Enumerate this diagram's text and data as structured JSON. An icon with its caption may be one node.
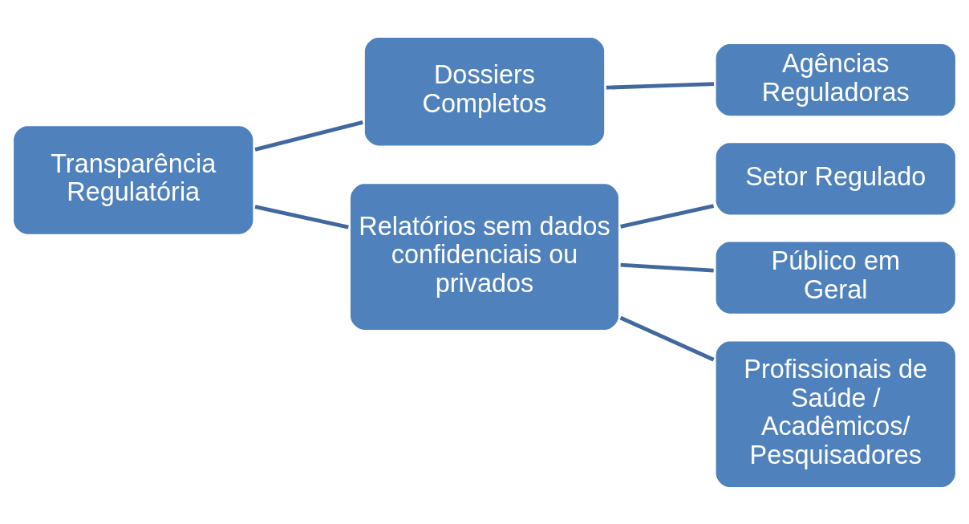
{
  "diagram": {
    "nodes": [
      {
        "text": [
          "Transparência Regulatória"
        ]
      },
      {
        "text": [
          "Dossiers Completos"
        ]
      },
      {
        "text": [
          "Relatórios sem dados confidenciais ou privados"
        ]
      },
      {
        "text": [
          "Agências Reguladoras"
        ]
      },
      {
        "text": [
          "Setor Regulado"
        ]
      },
      {
        "text": [
          "Público em Geral"
        ]
      },
      {
        "text": [
          "Profissionais de Saúde / Acadêmicos/ Pesquisadores"
        ]
      }
    ],
    "edges": [
      {
        "from": 0,
        "to": 1,
        "arrow": "none"
      },
      {
        "from": 0,
        "to": 2,
        "arrow": "none"
      },
      {
        "from": 1,
        "to": 3,
        "arrow": "none"
      },
      {
        "from": 2,
        "to": 4,
        "arrow": "none"
      },
      {
        "from": 2,
        "to": 5,
        "arrow": "none"
      },
      {
        "from": 2,
        "to": 6,
        "arrow": "none"
      }
    ]
  }
}
